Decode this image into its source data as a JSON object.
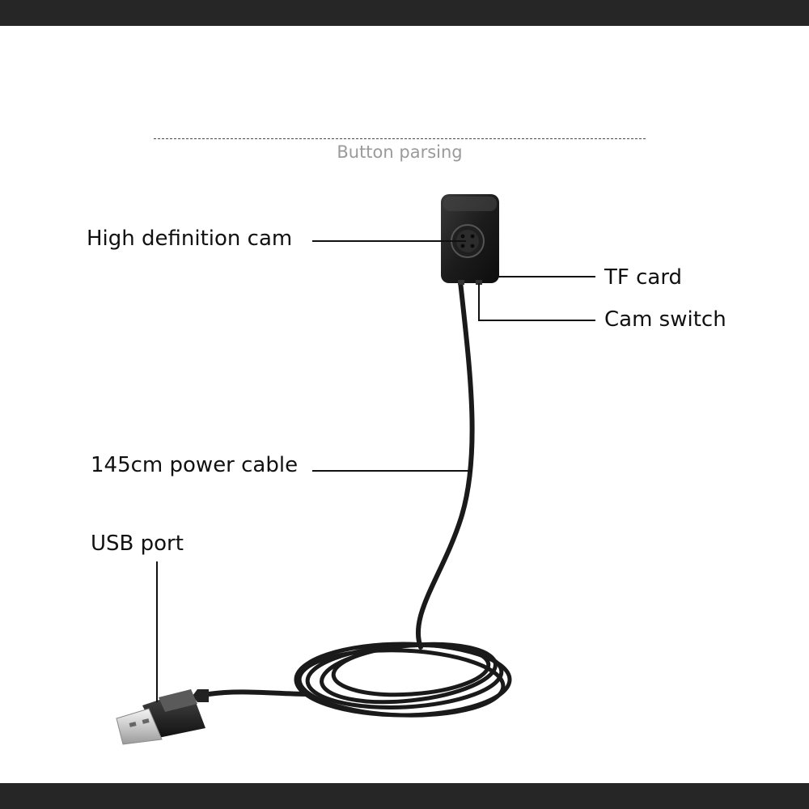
{
  "header": {
    "title": "Button parsing"
  },
  "labels": {
    "camera": "High definition cam",
    "tf_card": "TF card",
    "cam_switch": "Cam switch",
    "power_cable": "145cm power cable",
    "usb_port": "USB port"
  },
  "colors": {
    "frame_bar": "#262626",
    "title_text": "#9a9a9a",
    "label_text": "#111111",
    "cable": "#1a1a1a"
  }
}
